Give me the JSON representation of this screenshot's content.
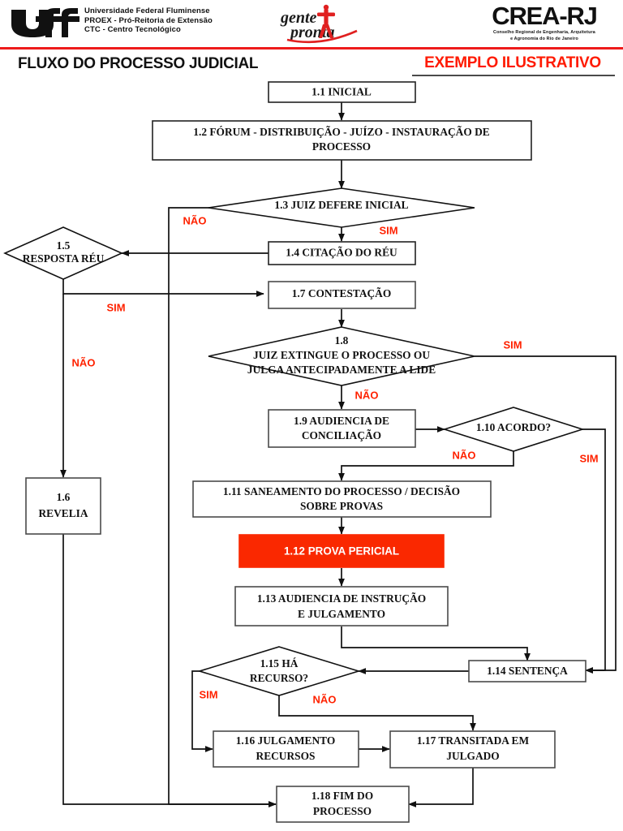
{
  "header": {
    "uff": {
      "logo_icon": "uff-logo",
      "line1": "Universidade Federal Fluminense",
      "line2": "PROEX - Pró-Reitoria de Extensão",
      "line3": "CTC - Centro Tecnológico"
    },
    "gente": {
      "logo_icon": "gente-pronta-logo",
      "word1": "gente",
      "word2": "pronta"
    },
    "crea": {
      "logo_icon": "crea-rj-logo",
      "name": "CREA-RJ",
      "sub_line1": "Conselho Regional de Engenharia, Arquitetura",
      "sub_line2": "e Agronomia do Rio de Janeiro"
    },
    "rule_color": "#ee1b1b"
  },
  "title": {
    "main": "FLUXO DO PROCESSO JUDICIAL",
    "example": "EXEMPLO ILUSTRATIVO",
    "example_color": "#ff1a00"
  },
  "chart_data": {
    "type": "diagram",
    "title": "FLUXO DO PROCESSO JUDICIAL",
    "highlight_color": "#fa2800",
    "branch_label_color": "#ff2200",
    "nodes": [
      {
        "id": "1.1",
        "shape": "rect",
        "label": "1.1 INICIAL",
        "lines": [
          "1.1 INICIAL"
        ]
      },
      {
        "id": "1.2",
        "shape": "rect",
        "label": "1.2 FÓRUM - DISTRIBUIÇÃO - JUÍZO - INSTAURAÇÃO DE PROCESSO",
        "lines": [
          "1.2 FÓRUM - DISTRIBUIÇÃO - JUÍZO - INSTAURAÇÃO DE",
          "PROCESSO"
        ]
      },
      {
        "id": "1.3",
        "shape": "diamond",
        "label": "1.3 JUIZ DEFERE INICIAL",
        "lines": [
          "1.3 JUIZ DEFERE INICIAL"
        ]
      },
      {
        "id": "1.4",
        "shape": "rect",
        "label": "1.4 CITAÇÃO DO RÉU",
        "lines": [
          "1.4 CITAÇÃO DO RÉU"
        ]
      },
      {
        "id": "1.5",
        "shape": "diamond",
        "label": "1.5 RESPOSTA RÉU",
        "lines": [
          "1.5",
          "RESPOSTA RÉU"
        ]
      },
      {
        "id": "1.6",
        "shape": "rect",
        "label": "1.6 REVELIA",
        "lines": [
          "1.6",
          "REVELIA"
        ]
      },
      {
        "id": "1.7",
        "shape": "rect",
        "label": "1.7 CONTESTAÇÃO",
        "lines": [
          "1.7 CONTESTAÇÃO"
        ]
      },
      {
        "id": "1.8",
        "shape": "diamond",
        "label": "1.8 JUIZ EXTINGUE O PROCESSO OU JULGA ANTECIPADAMENTE A LIDE",
        "lines": [
          "1.8",
          "JUIZ EXTINGUE O PROCESSO OU",
          "JULGA ANTECIPADAMENTE A LIDE"
        ]
      },
      {
        "id": "1.9",
        "shape": "rect",
        "label": "1.9 AUDIENCIA DE CONCILIAÇÃO",
        "lines": [
          "1.9 AUDIENCIA DE",
          "CONCILIAÇÃO"
        ]
      },
      {
        "id": "1.10",
        "shape": "diamond",
        "label": "1.10 ACORDO?",
        "lines": [
          "1.10 ACORDO?"
        ]
      },
      {
        "id": "1.11",
        "shape": "rect",
        "label": "1.11 SANEAMENTO DO PROCESSO / DECISÃO SOBRE PROVAS",
        "lines": [
          "1.11 SANEAMENTO DO PROCESSO / DECISÃO",
          "SOBRE PROVAS"
        ]
      },
      {
        "id": "1.12",
        "shape": "rect",
        "label": "1.12 PROVA PERICIAL",
        "lines": [
          "1.12 PROVA PERICIAL"
        ],
        "highlight": true
      },
      {
        "id": "1.13",
        "shape": "rect",
        "label": "1.13 AUDIENCIA DE INSTRUÇÃO E JULGAMENTO",
        "lines": [
          "1.13 AUDIENCIA DE INSTRUÇÃO",
          "E JULGAMENTO"
        ]
      },
      {
        "id": "1.14",
        "shape": "rect",
        "label": "1.14 SENTENÇA",
        "lines": [
          "1.14 SENTENÇA"
        ]
      },
      {
        "id": "1.15",
        "shape": "diamond",
        "label": "1.15 HÁ RECURSO?",
        "lines": [
          "1.15 HÁ",
          "RECURSO?"
        ]
      },
      {
        "id": "1.16",
        "shape": "rect",
        "label": "1.16 JULGAMENTO RECURSOS",
        "lines": [
          "1.16 JULGAMENTO",
          "RECURSOS"
        ]
      },
      {
        "id": "1.17",
        "shape": "rect",
        "label": "1.17 TRANSITADA EM JULGADO",
        "lines": [
          "1.17 TRANSITADA EM",
          "JULGADO"
        ]
      },
      {
        "id": "1.18",
        "shape": "rect",
        "label": "1.18 FIM DO PROCESSO",
        "lines": [
          "1.18 FIM DO",
          "PROCESSO"
        ]
      }
    ],
    "edges": [
      {
        "from": "1.1",
        "to": "1.2",
        "label": ""
      },
      {
        "from": "1.2",
        "to": "1.3",
        "label": ""
      },
      {
        "from": "1.3",
        "to": "1.4",
        "label": "SIM"
      },
      {
        "from": "1.3",
        "to": "1.18",
        "label": "NÃO"
      },
      {
        "from": "1.4",
        "to": "1.5",
        "label": ""
      },
      {
        "from": "1.5",
        "to": "1.7",
        "label": "SIM"
      },
      {
        "from": "1.5",
        "to": "1.6",
        "label": "NÃO"
      },
      {
        "from": "1.6",
        "to": "1.18",
        "label": ""
      },
      {
        "from": "1.7",
        "to": "1.8",
        "label": ""
      },
      {
        "from": "1.8",
        "to": "1.14",
        "label": "SIM"
      },
      {
        "from": "1.8",
        "to": "1.9",
        "label": "NÃO"
      },
      {
        "from": "1.9",
        "to": "1.10",
        "label": ""
      },
      {
        "from": "1.10",
        "to": "1.14",
        "label": "SIM"
      },
      {
        "from": "1.10",
        "to": "1.11",
        "label": "NÃO"
      },
      {
        "from": "1.11",
        "to": "1.12",
        "label": ""
      },
      {
        "from": "1.12",
        "to": "1.13",
        "label": ""
      },
      {
        "from": "1.13",
        "to": "1.14",
        "label": ""
      },
      {
        "from": "1.14",
        "to": "1.15",
        "label": ""
      },
      {
        "from": "1.15",
        "to": "1.16",
        "label": "SIM"
      },
      {
        "from": "1.15",
        "to": "1.17",
        "label": "NÃO"
      },
      {
        "from": "1.16",
        "to": "1.17",
        "label": ""
      },
      {
        "from": "1.17",
        "to": "1.18",
        "label": ""
      }
    ],
    "branch_labels": [
      {
        "key": "l_nao_13",
        "text": "NÃO"
      },
      {
        "key": "l_sim_13",
        "text": "SIM"
      },
      {
        "key": "l_sim_15",
        "text": "SIM"
      },
      {
        "key": "l_nao_15",
        "text": "NÃO"
      },
      {
        "key": "l_sim_18",
        "text": "SIM"
      },
      {
        "key": "l_nao_18",
        "text": "NÃO"
      },
      {
        "key": "l_nao_110",
        "text": "NÃO"
      },
      {
        "key": "l_sim_110",
        "text": "SIM"
      },
      {
        "key": "l_sim_115",
        "text": "SIM"
      },
      {
        "key": "l_nao_115",
        "text": "NÃO"
      }
    ]
  }
}
